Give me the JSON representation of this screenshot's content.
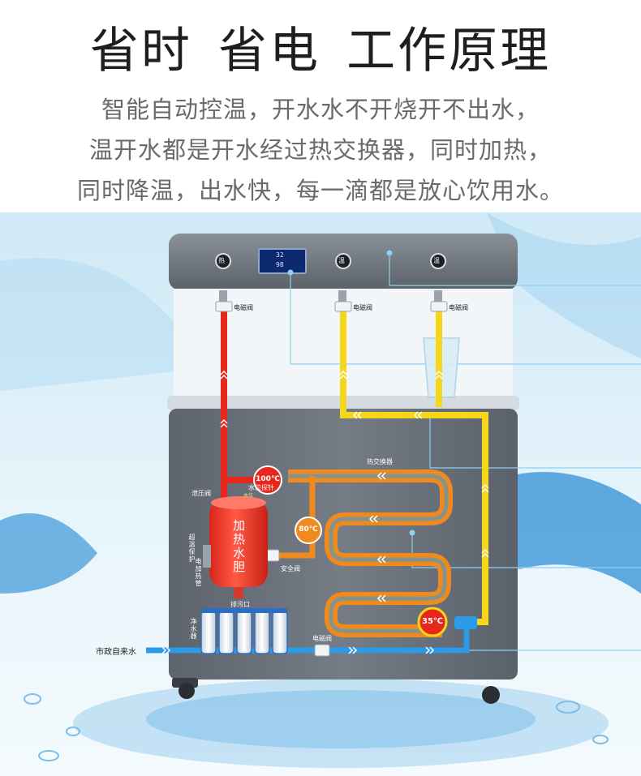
{
  "headline": "省时 省电  工作原理",
  "description": [
    "智能自动控温，开水水不开烧开不出水，",
    "温开水都是开水经过热交换器，同时加热，",
    "同时降温，出水快，每一滴都是放心饮用水。"
  ],
  "diagram": {
    "buttons": [
      "热",
      "温",
      "温"
    ],
    "display_values": [
      "32",
      "98"
    ],
    "valve_labels": [
      "电磁阀",
      "电磁阀",
      "电磁阀",
      "电磁阀"
    ],
    "heat_exchanger_label": "热交换器",
    "pressure_valve_label": "泄压阀",
    "level_probe_label": "水位探针",
    "level_label_small": "水位",
    "tank_label": "加热水胆",
    "overheat_label": "超温保护",
    "heating_tube_label": "电加热管",
    "safety_valve_label": "安全阀",
    "drain_label": "排污口",
    "purifier_label": "净水器",
    "city_water_label": "市政自来水",
    "temperatures": [
      "100℃",
      "80℃",
      "35℃"
    ]
  },
  "colors": {
    "hot_pipe": "#e8271c",
    "warm_pipe": "#f6d619",
    "exchange_outer": "#f08a1e",
    "cold_pipe": "#2b9be8",
    "machine_body": "#6e757e",
    "temp_badge": "#e8271c"
  }
}
